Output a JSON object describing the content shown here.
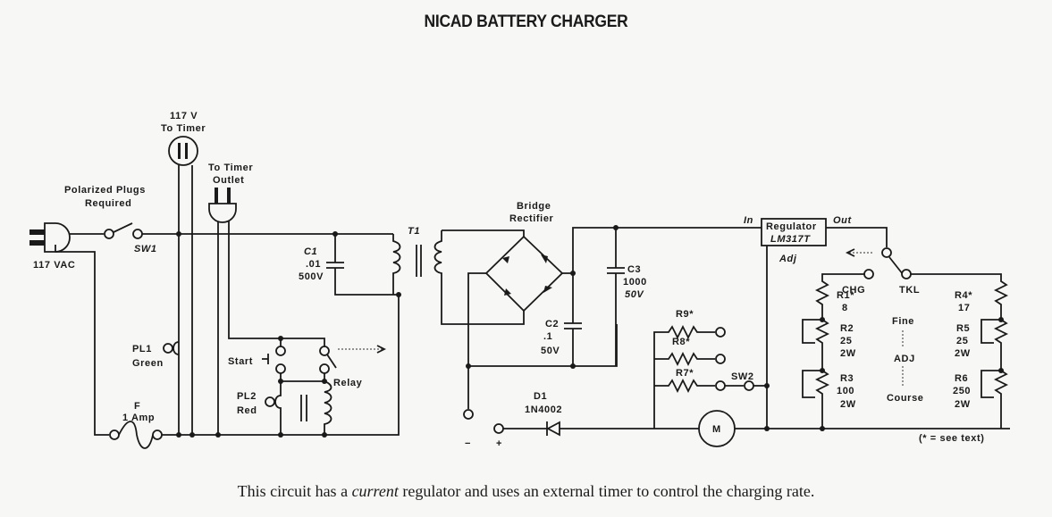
{
  "title": "NICAD BATTERY CHARGER",
  "caption": {
    "part1": "This circuit has a ",
    "italic1": "current",
    "part2": " regulator and uses an external timer to control the charging rate."
  },
  "labels": {
    "ac_in": "117 VAC",
    "polarized_1": "Polarized  Plugs",
    "polarized_2": "Required",
    "sw1": "SW1",
    "timer_v": "117  V",
    "timer_to": "To Timer",
    "outlet_1": "To Timer",
    "outlet_2": "Outlet",
    "pl1": "PL1",
    "pl1_color": "Green",
    "fuse": "F",
    "fuse_rating": "1 Amp",
    "start": "Start",
    "pl2": "PL2",
    "pl2_color": "Red",
    "relay": "Relay",
    "c1": "C1",
    "c1_val": ".01",
    "c1_v": "500V",
    "t1": "T1",
    "bridge_1": "Bridge",
    "bridge_2": "Rectifier",
    "c2": "C2",
    "c2_val": ".1",
    "c2_v": "50V",
    "c3": "C3",
    "c3_val": "1000",
    "c3_v": "50V",
    "r9": "R9*",
    "r8": "R8*",
    "r7": "R7*",
    "sw2": "SW2",
    "d1": "D1",
    "d1_part": "1N4002",
    "minus": "−",
    "plus": "+",
    "motor": "M",
    "reg_in": "In",
    "reg_out": "Out",
    "reg_1": "Regulator",
    "reg_2": "LM317T",
    "reg_adj": "Adj",
    "r1": "R1*",
    "r1_val": "8",
    "chg": "CHG",
    "tkl": "TKL",
    "r2": "R2",
    "r2_val": "25",
    "r2_w": "2W",
    "r3": "R3",
    "r3_val": "100",
    "r3_w": "2W",
    "fine": "Fine",
    "adj": "ADJ",
    "course": "Course",
    "r4": "R4*",
    "r4_val": "17",
    "r5": "R5",
    "r5_val": "25",
    "r5_w": "2W",
    "r6": "R6",
    "r6_val": "250",
    "r6_w": "2W",
    "note": "(* = see text)"
  }
}
